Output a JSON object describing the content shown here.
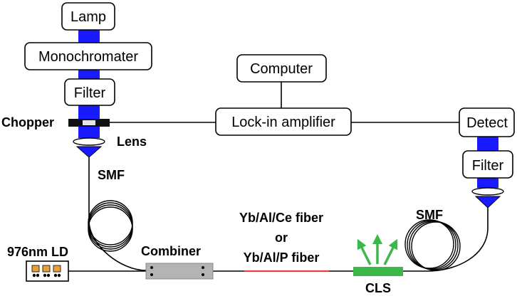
{
  "components": {
    "lamp": "Lamp",
    "monochromater": "Monochromater",
    "filter_top": "Filter",
    "computer": "Computer",
    "lockin": "Lock-in amplifier",
    "detect": "Detect",
    "filter_right": "Filter"
  },
  "labels": {
    "chopper": "Chopper",
    "lens": "Lens",
    "smf_left": "SMF",
    "smf_right": "SMF",
    "ld": "976nm LD",
    "combiner": "Combiner",
    "fiber_line1": "Yb/Al/Ce fiber",
    "fiber_or": "or",
    "fiber_line2": "Yb/Al/P fiber",
    "cls": "CLS"
  },
  "colors": {
    "beam": "#1a1aff",
    "test_fiber": "#e8403a",
    "cls": "#3cb84a",
    "combiner": "#b4b4b4",
    "ld_chip": "#e8a13a",
    "arrows": "#3cb84a"
  }
}
